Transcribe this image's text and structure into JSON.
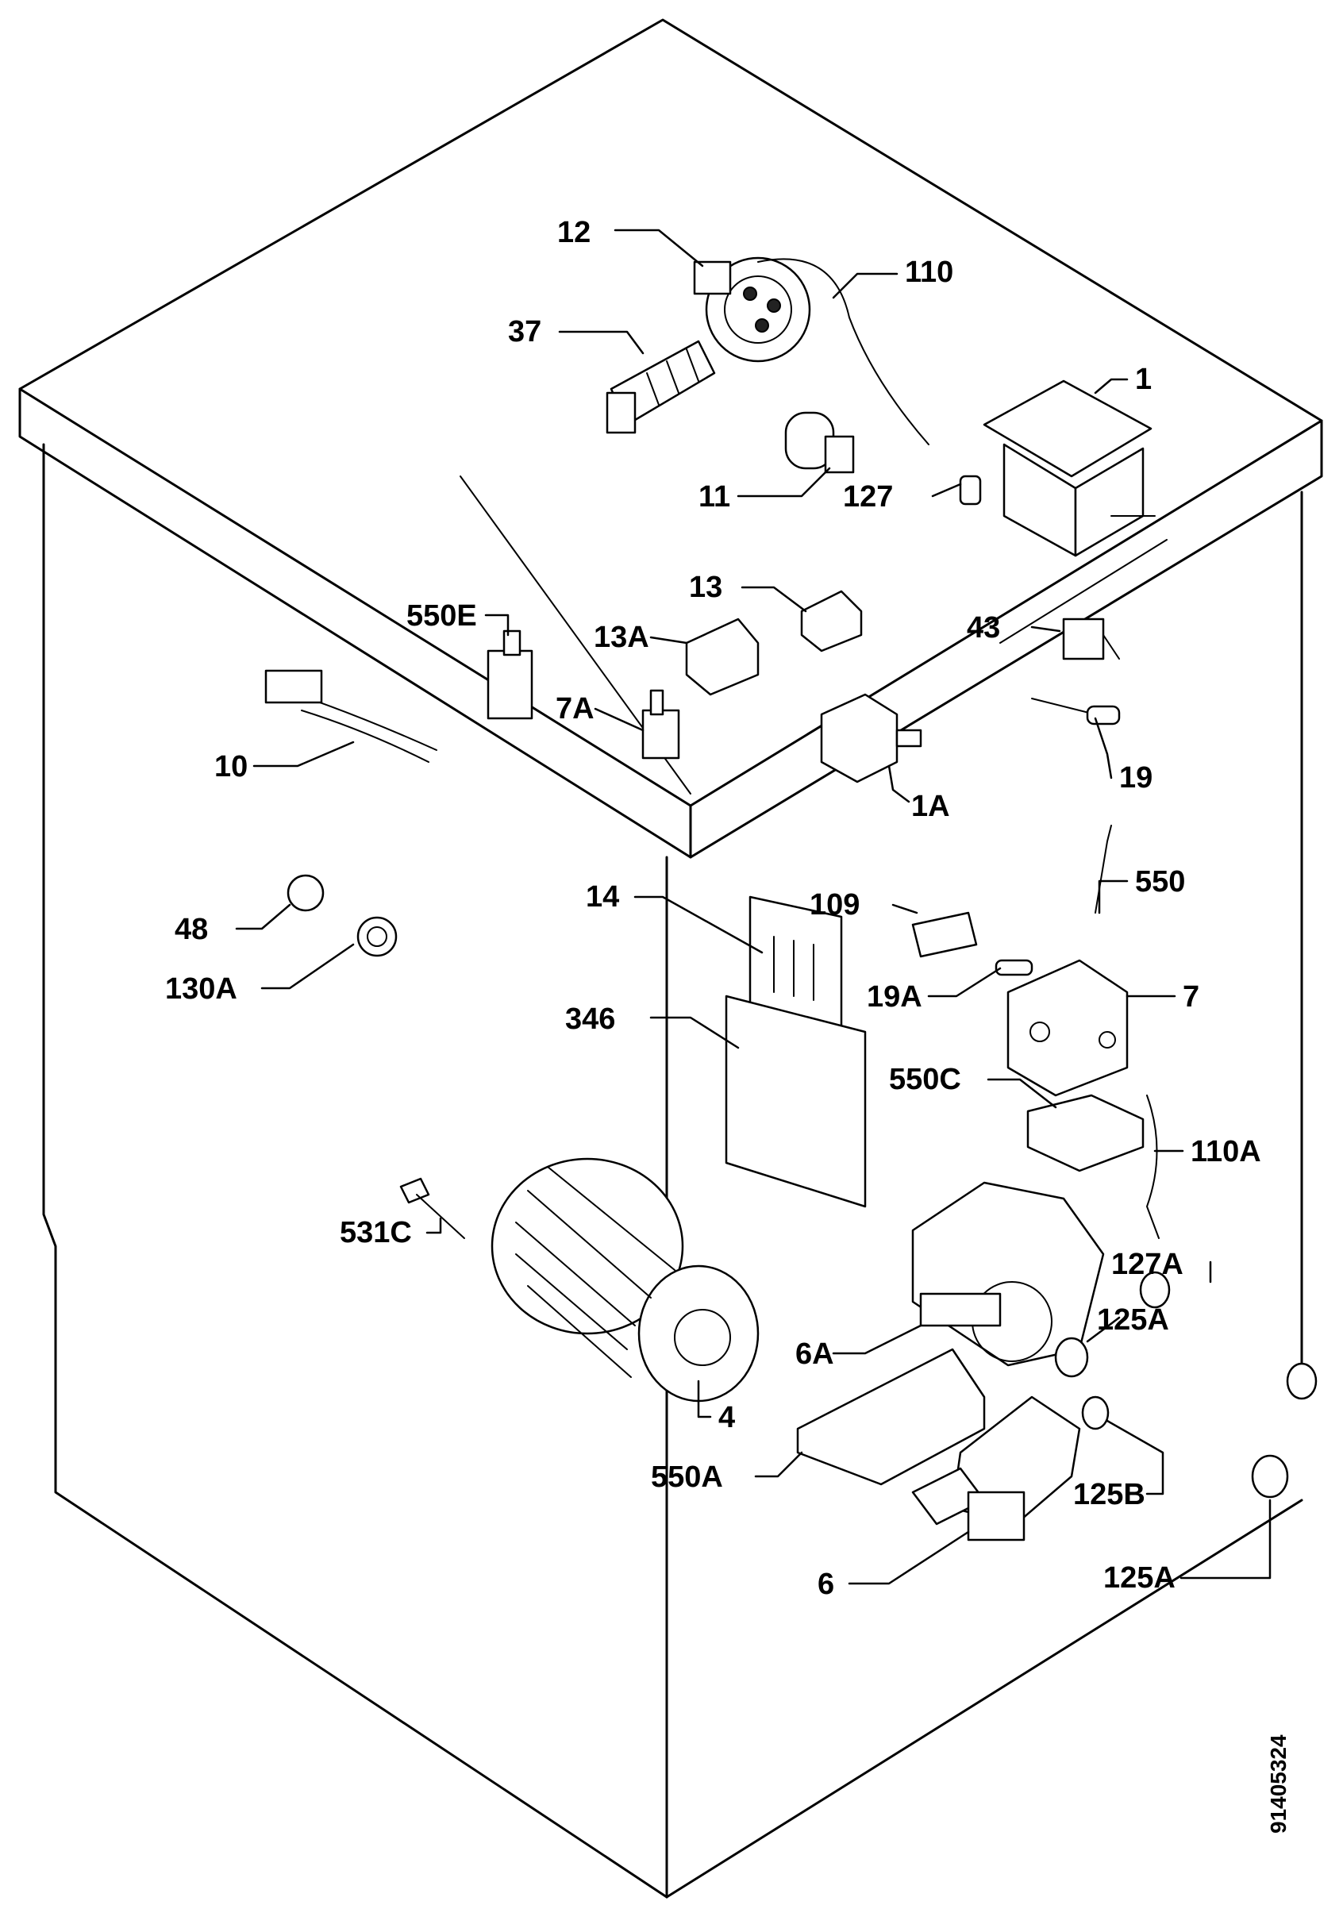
{
  "labels": {
    "p12": "12",
    "p110": "110",
    "p37": "37",
    "p1": "1",
    "p11": "11",
    "p127": "127",
    "p13": "13",
    "p550E": "550E",
    "p13A": "13A",
    "p43": "43",
    "p7A": "7A",
    "p10": "10",
    "p1A": "1A",
    "p19": "19",
    "p14": "14",
    "p109": "109",
    "p550": "550",
    "p48": "48",
    "p130A": "130A",
    "p19A": "19A",
    "p346": "346",
    "p7": "7",
    "p550C": "550C",
    "p110A": "110A",
    "p531C": "531C",
    "p127A": "127A",
    "p125A_top": "125A",
    "p6A": "6A",
    "p4": "4",
    "p550A": "550A",
    "p125B": "125B",
    "p6": "6",
    "p125A_bottom": "125A"
  },
  "drawing_code": "91405324"
}
